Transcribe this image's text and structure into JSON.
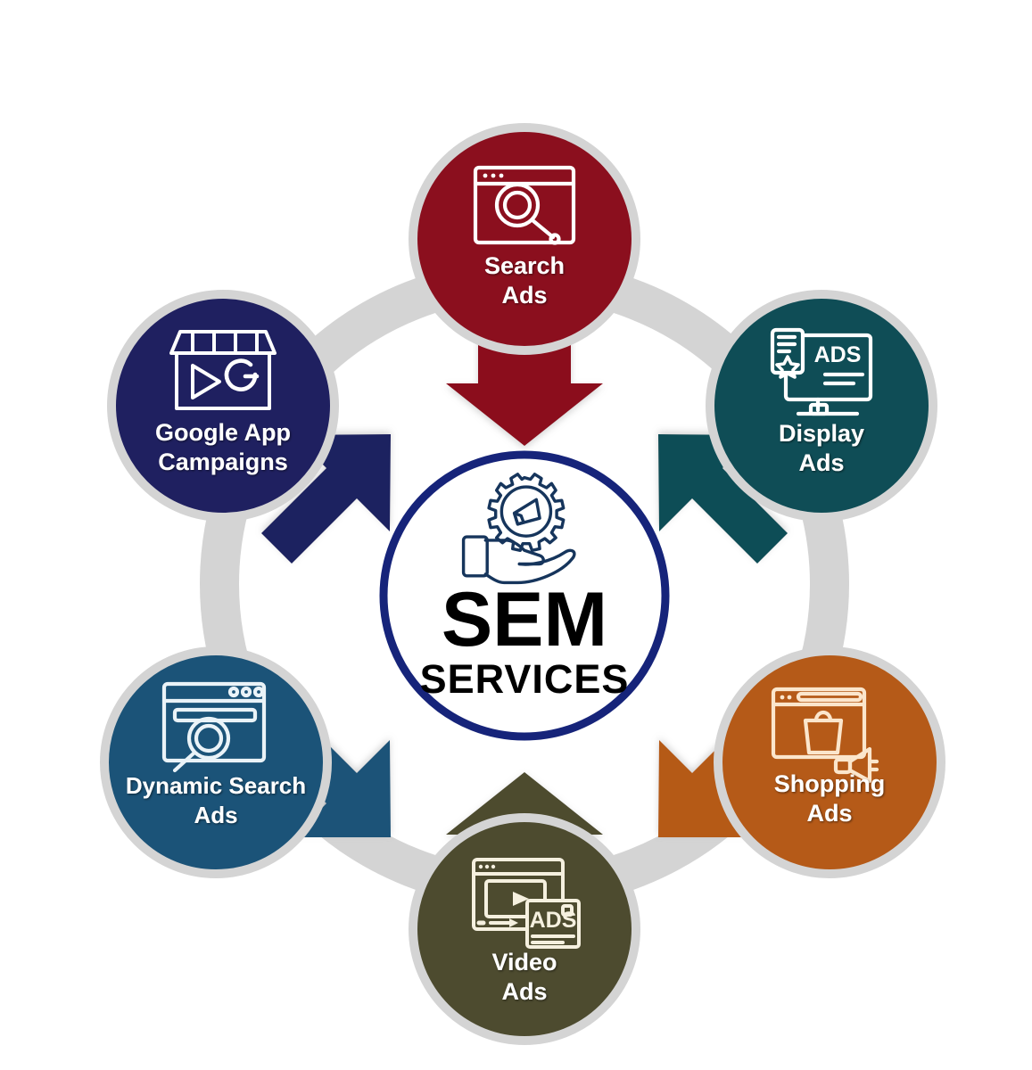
{
  "diagram": {
    "type": "cycle-hub-and-spoke",
    "background_color": "#ffffff",
    "ring_color": "#d4d4d4",
    "center": {
      "title": "SEM",
      "subtitle": "SERVICES",
      "ring_color": "#16247a",
      "fill_color": "#ffffff",
      "title_color": "#000000",
      "icon": "hand-holding-gear-megaphone-icon",
      "icon_color": "#16355c"
    },
    "nodes": [
      {
        "id": "search-ads",
        "label_line1": "Search",
        "label_line2": "Ads",
        "color": "#8b0f1e",
        "icon": "browser-magnifier-icon",
        "position": "top",
        "arrow_direction": "down"
      },
      {
        "id": "display-ads",
        "label_line1": "Display",
        "label_line2": "Ads",
        "color": "#0f4d56",
        "icon": "monitor-ads-star-icon",
        "icon_text": "ADS",
        "position": "top-right",
        "arrow_direction": "down-left"
      },
      {
        "id": "shopping-ads",
        "label_line1": "Shopping",
        "label_line2": "Ads",
        "color": "#b55a18",
        "icon": "browser-shopping-bag-megaphone-icon",
        "position": "bottom-right",
        "arrow_direction": "up-left"
      },
      {
        "id": "video-ads",
        "label_line1": "Video",
        "label_line2": "Ads",
        "color": "#4d4b2f",
        "icon": "video-player-ads-card-icon",
        "icon_text": "ADS",
        "position": "bottom",
        "arrow_direction": "up"
      },
      {
        "id": "dynamic-search-ads",
        "label_line1": "Dynamic Search",
        "label_line2": "Ads",
        "color": "#1b5378",
        "icon": "browser-magnifier-icon",
        "position": "bottom-left",
        "arrow_direction": "up-right"
      },
      {
        "id": "google-app-campaigns",
        "label_line1": "Google App",
        "label_line2": "Campaigns",
        "color": "#1f2060",
        "icon": "storefront-google-play-icon",
        "icon_letter": "G",
        "position": "top-left",
        "arrow_direction": "down-right"
      }
    ]
  }
}
